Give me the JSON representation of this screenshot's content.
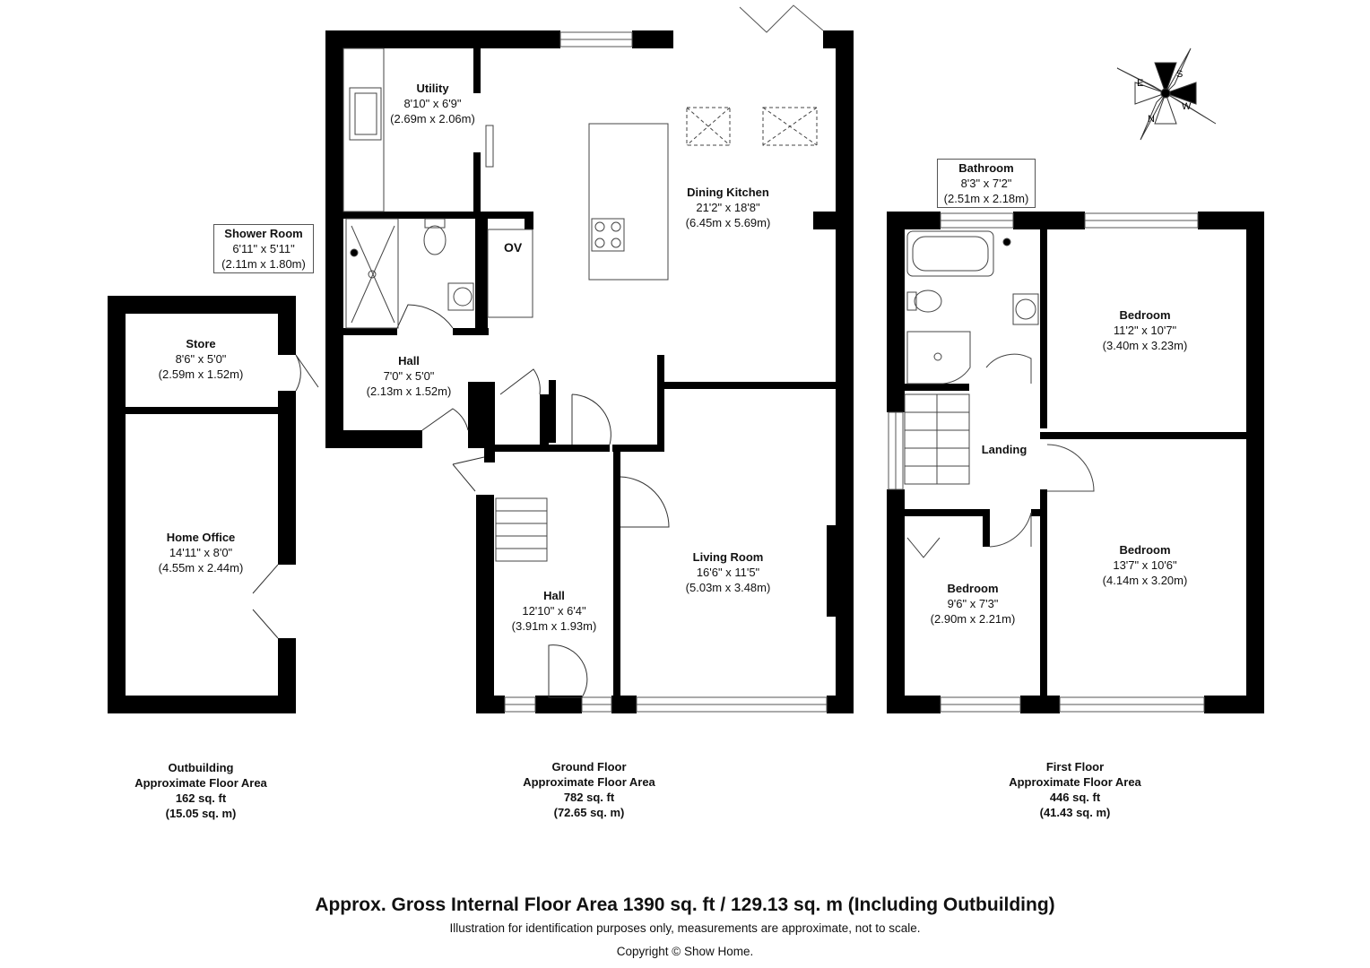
{
  "rooms": {
    "utility": {
      "name": "Utility",
      "dim_imperial": "8'10\" x 6'9\"",
      "dim_metric": "(2.69m x 2.06m)"
    },
    "dining_kitchen": {
      "name": "Dining Kitchen",
      "dim_imperial": "21'2\" x 18'8\"",
      "dim_metric": "(6.45m x 5.69m)"
    },
    "shower_room": {
      "name": "Shower Room",
      "dim_imperial": "6'11\" x 5'11\"",
      "dim_metric": "(2.11m x 1.80m)"
    },
    "store": {
      "name": "Store",
      "dim_imperial": "8'6\" x 5'0\"",
      "dim_metric": "(2.59m x 1.52m)"
    },
    "hall_small": {
      "name": "Hall",
      "dim_imperial": "7'0\" x 5'0\"",
      "dim_metric": "(2.13m x 1.52m)"
    },
    "home_office": {
      "name": "Home Office",
      "dim_imperial": "14'11\" x 8'0\"",
      "dim_metric": "(4.55m x 2.44m)"
    },
    "hall_main": {
      "name": "Hall",
      "dim_imperial": "12'10\" x 6'4\"",
      "dim_metric": "(3.91m x 1.93m)"
    },
    "living_room": {
      "name": "Living Room",
      "dim_imperial": "16'6\" x 11'5\"",
      "dim_metric": "(5.03m x 3.48m)"
    },
    "bathroom": {
      "name": "Bathroom",
      "dim_imperial": "8'3\" x 7'2\"",
      "dim_metric": "(2.51m x 2.18m)"
    },
    "bedroom_1": {
      "name": "Bedroom",
      "dim_imperial": "11'2\" x 10'7\"",
      "dim_metric": "(3.40m x 3.23m)"
    },
    "landing": {
      "name": "Landing"
    },
    "bedroom_2": {
      "name": "Bedroom",
      "dim_imperial": "13'7\" x 10'6\"",
      "dim_metric": "(4.14m x 3.20m)"
    },
    "bedroom_3": {
      "name": "Bedroom",
      "dim_imperial": "9'6\" x 7'3\"",
      "dim_metric": "(2.90m x 2.21m)"
    }
  },
  "appliance_label": "OV",
  "compass_letters": [
    "S",
    "W",
    "N",
    "E"
  ],
  "floor_areas": {
    "outbuilding": {
      "title": "Outbuilding",
      "subtitle": "Approximate Floor Area",
      "sqft": "162 sq. ft",
      "sqm": "(15.05 sq. m)"
    },
    "ground": {
      "title": "Ground Floor",
      "subtitle": "Approximate Floor Area",
      "sqft": "782 sq. ft",
      "sqm": "(72.65 sq. m)"
    },
    "first": {
      "title": "First Floor",
      "subtitle": "Approximate Floor Area",
      "sqft": "446 sq. ft",
      "sqm": "(41.43 sq. m)"
    }
  },
  "footer": {
    "gross": "Approx. Gross Internal Floor Area 1390 sq. ft / 129.13 sq. m (Including Outbuilding)",
    "disclaimer": "Illustration for identification purposes only, measurements are approximate, not to scale.",
    "copyright": "Copyright © Show Home."
  },
  "colors": {
    "wall": "#000000",
    "fixture": "#444444",
    "background": "#ffffff"
  }
}
